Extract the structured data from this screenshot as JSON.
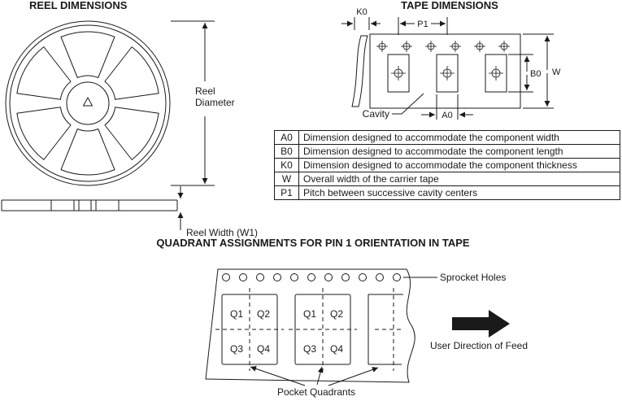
{
  "reel": {
    "title": "REEL DIMENSIONS",
    "diameter_line1": "Reel",
    "diameter_line2": "Diameter",
    "width_label": "Reel Width (W1)"
  },
  "tape": {
    "title": "TAPE DIMENSIONS",
    "k0": "K0",
    "p1": "P1",
    "b0": "B0",
    "w": "W",
    "a0": "A0",
    "cavity": "Cavity"
  },
  "dim_table": {
    "rows": [
      {
        "symbol": "A0",
        "description": "Dimension designed to accommodate the component width"
      },
      {
        "symbol": "B0",
        "description": "Dimension designed to accommodate the component length"
      },
      {
        "symbol": "K0",
        "description": "Dimension designed to accommodate the component thickness"
      },
      {
        "symbol": "W",
        "description": "Overall width of the carrier tape"
      },
      {
        "symbol": "P1",
        "description": "Pitch between successive cavity centers"
      }
    ]
  },
  "quadrant": {
    "title": "QUADRANT ASSIGNMENTS FOR PIN 1 ORIENTATION IN TAPE",
    "sprocket_label": "Sprocket Holes",
    "feed_label": "User Direction of Feed",
    "pocket_label": "Pocket Quadrants",
    "q1": "Q1",
    "q2": "Q2",
    "q3": "Q3",
    "q4": "Q4"
  }
}
